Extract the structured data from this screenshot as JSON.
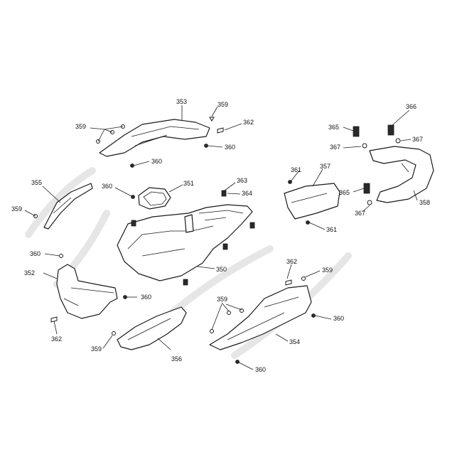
{
  "callouts": {
    "c350": "350",
    "c351": "351",
    "c352": "352",
    "c353": "353",
    "c354": "354",
    "c355": "355",
    "c356": "356",
    "c357": "357",
    "c358": "358",
    "c359a": "359",
    "c359b": "359",
    "c359c": "359",
    "c359d": "359",
    "c359e": "359",
    "c359f": "359",
    "c360a": "360",
    "c360b": "360",
    "c360c": "360",
    "c360d": "360",
    "c360e": "360",
    "c360f": "360",
    "c360g": "360",
    "c361a": "361",
    "c361b": "361",
    "c362a": "362",
    "c362b": "362",
    "c362c": "362",
    "c363": "363",
    "c364": "364",
    "c365a": "365",
    "c365b": "365",
    "c366": "366",
    "c367a": "367",
    "c367b": "367",
    "c367c": "367"
  }
}
